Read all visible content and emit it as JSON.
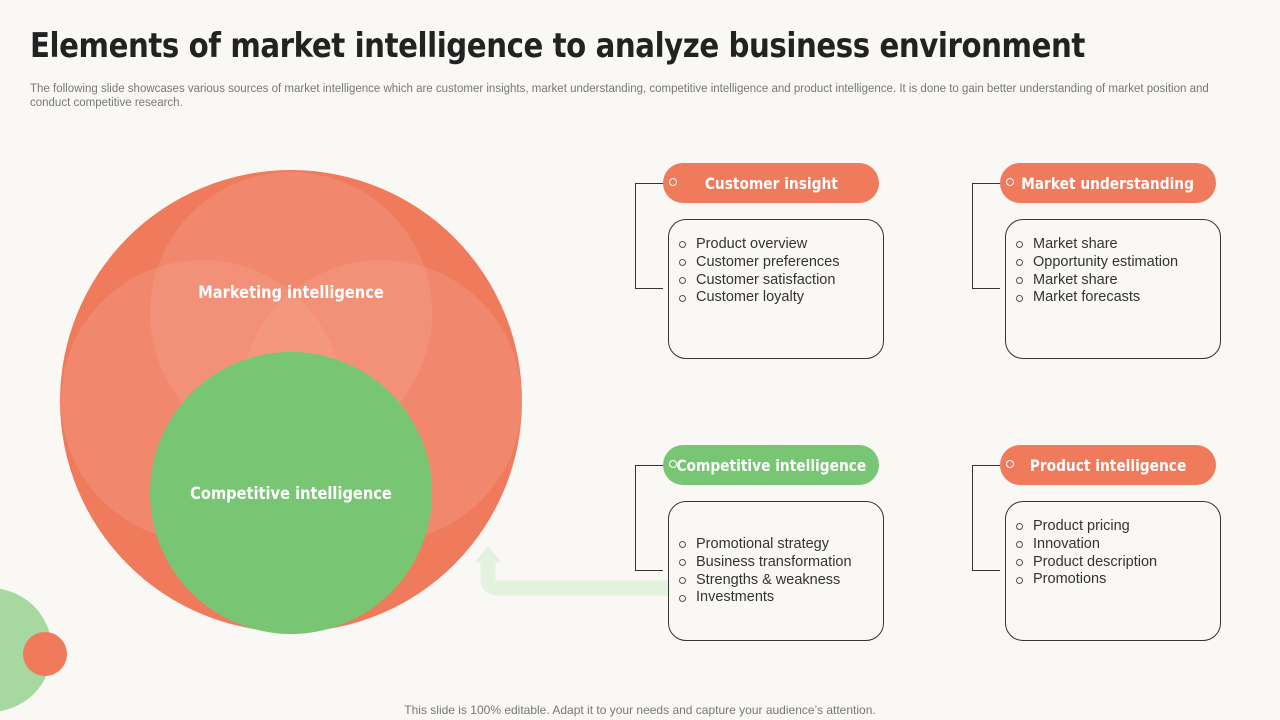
{
  "slide": {
    "title": "Elements of market intelligence to analyze business environment",
    "subtitle": "The following slide showcases various sources of market intelligence which are customer insights, market understanding, competitive intelligence and product intelligence. It is done to gain better understanding of market position and conduct competitive research.",
    "footer": "This slide is 100% editable. Adapt it to your needs and capture your audience’s attention."
  },
  "colors": {
    "orange": "#ef7a5c",
    "green": "#78c674",
    "light_green": "#e2f2dd",
    "text": "#333333",
    "background": "#f9f8f4"
  },
  "venn": {
    "top_label": "Marketing intelligence",
    "bottom_label": "Competitive intelligence"
  },
  "sections": [
    {
      "title": "Customer insight",
      "color": "orange",
      "items": [
        "Product overview",
        "Customer preferences",
        "Customer satisfaction",
        "Customer loyalty"
      ]
    },
    {
      "title": "Market understanding",
      "color": "orange",
      "items": [
        "Market share",
        "Opportunity estimation",
        "Market share",
        "Market forecasts"
      ]
    },
    {
      "title": "Competitive intelligence",
      "color": "green",
      "items": [
        "Promotional strategy",
        "Business transformation",
        "Strengths & weakness",
        "Investments"
      ]
    },
    {
      "title": "Product intelligence",
      "color": "orange",
      "items": [
        "Product pricing",
        "Innovation",
        "Product description",
        "Promotions"
      ]
    }
  ]
}
